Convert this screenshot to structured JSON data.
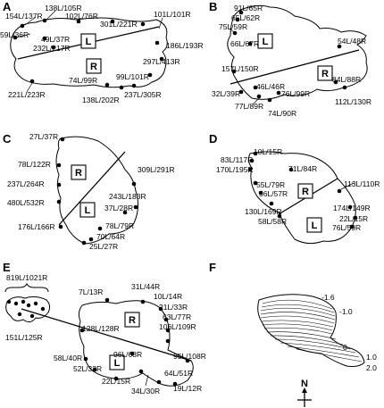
{
  "panels": {
    "A": {
      "label": "A",
      "left": "L",
      "right": "R",
      "sites": [
        "154L/137R",
        "138L/105R",
        "102L/76R",
        "301L/221R",
        "101L/101R",
        "59L/36R",
        "49L/37R",
        "232L/217R",
        "186L/193R",
        "297L/413R",
        "99L/101R",
        "221L/223R",
        "74L/99R",
        "138L/202R",
        "237L/305R"
      ]
    },
    "B": {
      "label": "B",
      "left": "L",
      "right": "R",
      "sites": [
        "91L/65R",
        "65L/62R",
        "75L/59R",
        "66L/67R",
        "54L/48R",
        "157L/150R",
        "84L/88R",
        "46L/46R",
        "32L/39R",
        "76L/99R",
        "77L/89R",
        "112L/130R",
        "74L/90R"
      ]
    },
    "C": {
      "label": "C",
      "left": "L",
      "right": "R",
      "sites": [
        "27L/37R",
        "78L/122R",
        "237L/264R",
        "309L/291R",
        "480L/532R",
        "243L/183R",
        "37L/28R",
        "176L/166R",
        "78L/79R",
        "70L/64R",
        "25L/27R"
      ]
    },
    "D": {
      "label": "D",
      "left": "L",
      "right": "R",
      "sites": [
        "10L/15R",
        "83L/117R",
        "170L/195R",
        "71L/84R",
        "55L/79R",
        "56L/57R",
        "113L/110R",
        "130L/169R",
        "58L/58R",
        "174L/149R",
        "22L/15R",
        "76L/59R"
      ]
    },
    "E": {
      "label": "E",
      "left": "L",
      "right": "R",
      "sites": [
        "819L/1021R",
        "7L/13R",
        "31L/44R",
        "10L/14R",
        "21L/33R",
        "63L/77R",
        "106L/109R",
        "151L/125R",
        "128L/128R",
        "58L/40R",
        "96L/68R",
        "95L/108R",
        "52L/32R",
        "22L/15R",
        "34L/30R",
        "64L/51R",
        "19L/12R"
      ]
    },
    "F": {
      "label": "F",
      "north": "N",
      "contours": [
        "-1.6",
        "-1.0",
        "0",
        "1.0",
        "2.0"
      ]
    }
  }
}
